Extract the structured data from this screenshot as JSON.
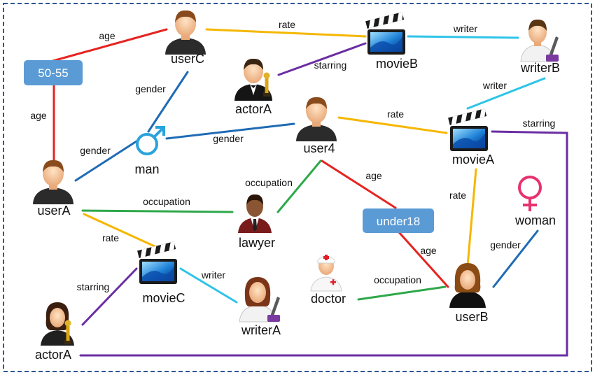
{
  "nodes": {
    "userC": "userC",
    "movieB": "movieB",
    "writerB": "writerB",
    "actorA_top": "actorA",
    "user4": "user4",
    "movieA": "movieA",
    "man": "man",
    "userA": "userA",
    "lawyer": "lawyer",
    "woman": "woman",
    "movieC": "movieC",
    "doctor": "doctor",
    "writerA": "writerA",
    "userB": "userB",
    "actorA_bottom": "actorA",
    "age_50_55": "50-55",
    "under18": "under18"
  },
  "edges": {
    "userC_age": "age",
    "userC_rate": "rate",
    "movieB_writer": "writer",
    "actorA_starring_top": "starring",
    "writerB_writer": "writer",
    "userC_gender": "gender",
    "userA_age": "age",
    "user4_rate": "rate",
    "movieA_starring": "starring",
    "userA_gender": "gender",
    "user4_gender": "gender",
    "lawyer_occupation_user4": "occupation",
    "user4_age": "age",
    "userA_occupation": "occupation",
    "movieA_rate": "rate",
    "userA_rate": "rate",
    "userB_age": "age",
    "userB_gender": "gender",
    "movieC_writer": "writer",
    "actorA_starring_bottom": "starring",
    "doctor_occupation": "occupation"
  },
  "colors": {
    "age": "#e52421",
    "rate": "#f5b700",
    "writer": "#2ec4e8",
    "starring": "#6a2ea3",
    "gender": "#1f6bb5",
    "occupation": "#2ea84a",
    "value_box": "#5b9bd5",
    "male_symbol": "#29a3dc",
    "female_symbol": "#e6336f",
    "frame": "#2f5597"
  }
}
